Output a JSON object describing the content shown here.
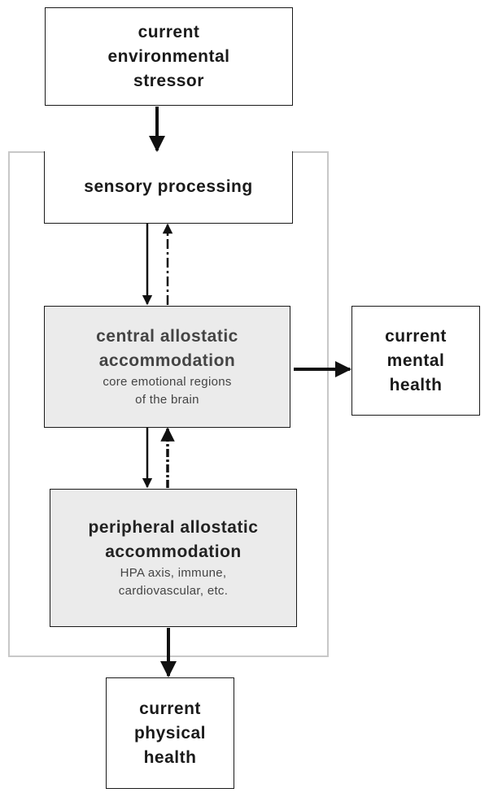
{
  "nodes": {
    "stressor": {
      "lines": [
        "current",
        "environmental",
        "stressor"
      ]
    },
    "sensory": {
      "lines": [
        "sensory processing"
      ]
    },
    "central": {
      "title_lines": [
        "central allostatic",
        "accommodation"
      ],
      "sub_lines": [
        "core emotional regions",
        "of the brain"
      ]
    },
    "mental": {
      "lines": [
        "current",
        "mental",
        "health"
      ]
    },
    "peripheral": {
      "title_lines": [
        "peripheral allostatic",
        "accommodation"
      ],
      "sub_lines": [
        "HPA axis, immune,",
        "cardiovascular, etc."
      ]
    },
    "physical": {
      "lines": [
        "current",
        "physical",
        "health"
      ]
    }
  },
  "colors": {
    "box_border": "#1a1a1a",
    "gray_fill": "#ebebeb",
    "container_border": "#c8c8c8",
    "arrow": "#111111"
  }
}
